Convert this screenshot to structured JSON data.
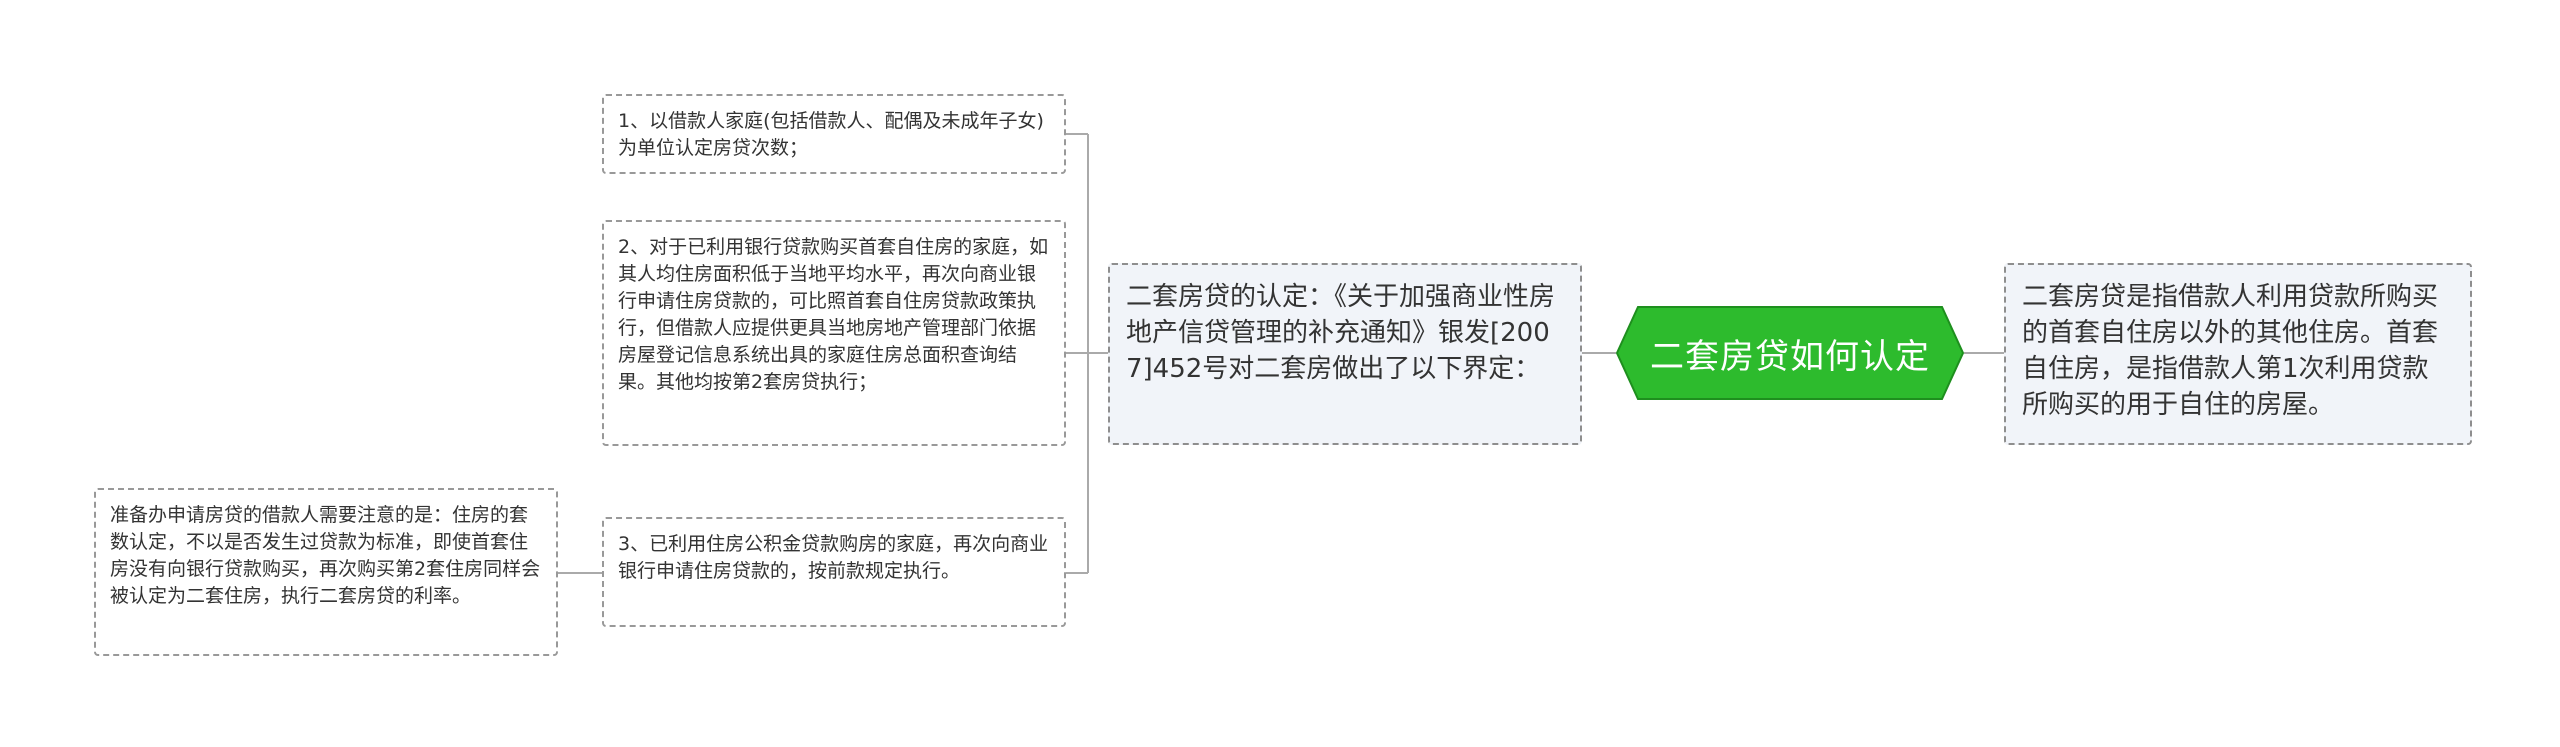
{
  "center": {
    "title": "二套房贷如何认定"
  },
  "definition": {
    "text": "二套房贷是指借款人利用贷款所购买的首套自住房以外的其他住房。首套自住房，是指借款人第1次利用贷款所购买的用于自住的房屋。"
  },
  "recognition": {
    "text": "二套房贷的认定：《关于加强商业性房地产信贷管理的补充通知》银发[2007]452号对二套房做出了以下界定："
  },
  "rules": [
    {
      "text": "1、以借款人家庭(包括借款人、配偶及未成年子女)为单位认定房贷次数；"
    },
    {
      "text": "2、对于已利用银行贷款购买首套自住房的家庭，如其人均住房面积低于当地平均水平，再次向商业银行申请住房贷款的，可比照首套自住房贷款政策执行，但借款人应提供更具当地房地产管理部门依据房屋登记信息系统出具的家庭住房总面积查询结果。其他均按第2套房贷执行；"
    },
    {
      "text": "3、已利用住房公积金贷款购房的家庭，再次向商业银行申请住房贷款的，按前款规定执行。"
    }
  ],
  "note": {
    "text": "准备办申请房贷的借款人需要注意的是：住房的套数认定，不以是否发生过贷款为标准，即使首套住房没有向银行贷款购买，再次购买第2套住房同样会被认定为二套住房，执行二套房贷的利率。"
  },
  "colors": {
    "center_fill": "#2dbb2d",
    "center_border": "#1e8f1e",
    "line": "#aaaaaa",
    "mid_fill": "#f1f4f9"
  }
}
